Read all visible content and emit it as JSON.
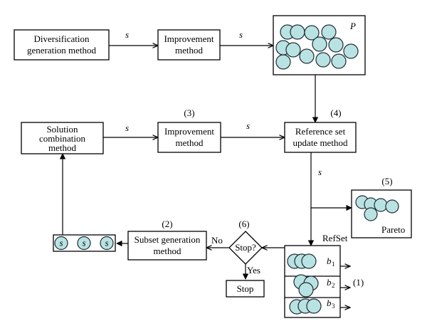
{
  "nodes": {
    "diversification": {
      "line1": "Diversification",
      "line2": "generation method"
    },
    "improvement_top": {
      "line1": "Improvement",
      "line2": "method"
    },
    "population": {
      "label": "P"
    },
    "solution_combination": {
      "line1": "Solution",
      "line2": "combination",
      "line3": "method"
    },
    "improvement_mid": {
      "number": "(3)",
      "line1": "Improvement",
      "line2": "method"
    },
    "reference_set_update": {
      "number": "(4)",
      "line1": "Reference set",
      "line2": "update method"
    },
    "pareto": {
      "number": "(5)",
      "label": "Pareto"
    },
    "subset_generation": {
      "number": "(2)",
      "line1": "Subset generation",
      "line2": "method"
    },
    "subset_items": [
      "s",
      "s",
      "s"
    ],
    "stop_decision": {
      "number": "(6)",
      "label": "Stop?"
    },
    "stop": {
      "label": "Stop"
    },
    "refset": {
      "label": "RefSet",
      "number": "(1)",
      "rows": [
        {
          "letter": "b",
          "index": "1"
        },
        {
          "letter": "b",
          "index": "2"
        },
        {
          "letter": "b",
          "index": "3"
        }
      ]
    }
  },
  "edges": {
    "s_label": "s",
    "no_label": "No",
    "yes_label": "Yes"
  },
  "colors": {
    "solution_fill": "#b9e3e3",
    "solution_stroke": "#1f2a33",
    "line": "#000000"
  }
}
